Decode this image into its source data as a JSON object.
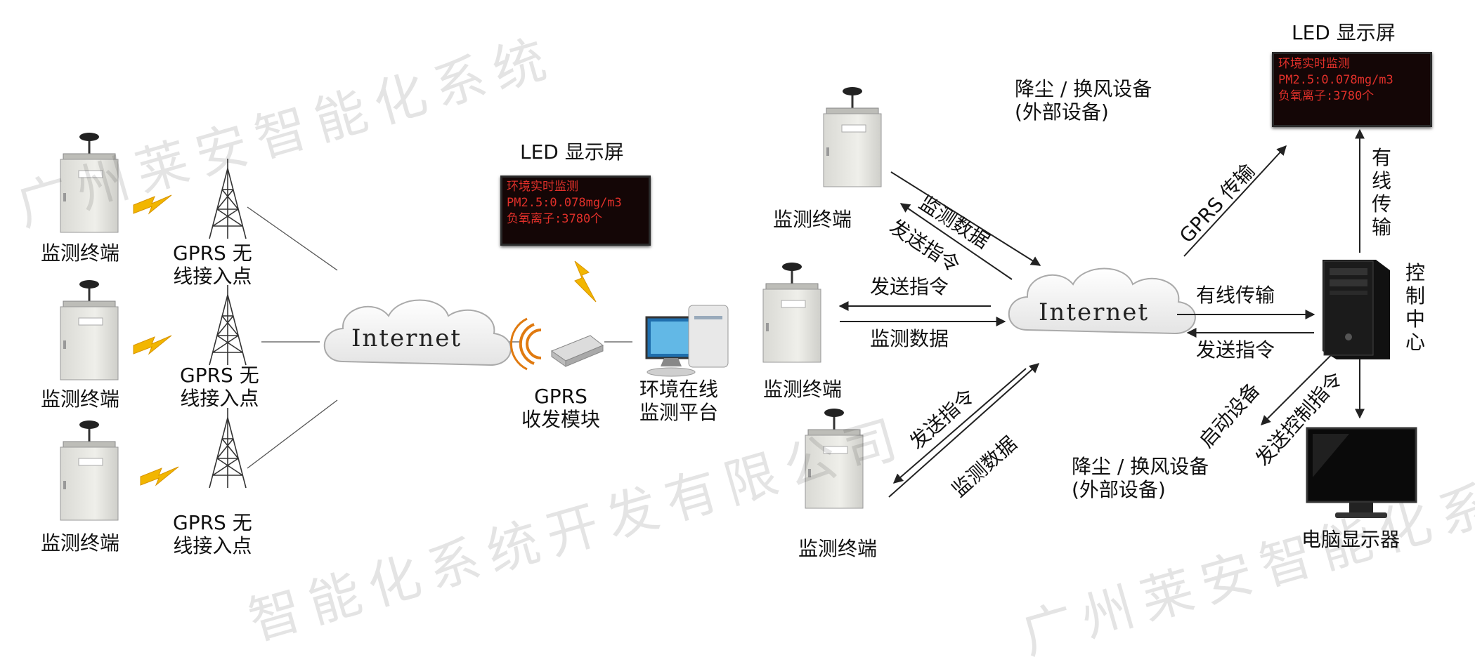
{
  "watermark": {
    "text_top": "广州莱安智能化系统",
    "text_mid": "智能化系统开发有限公司",
    "text_bottom": "广州莱安智能化系"
  },
  "left": {
    "terminal_label": "监测终端",
    "gprs_point_label": "GPRS 无\n线接入点"
  },
  "cloud_label": "Internet",
  "led_screen": {
    "title": "LED 显示屏",
    "line1": "环境实时监测",
    "line2": "PM2.5:0.078mg/m3",
    "line3": "负氧离子:3780个"
  },
  "gprs_module_label": "GPRS\n收发模块",
  "platform_label": "环境在线\n监测平台",
  "right": {
    "terminal_label": "监测终端",
    "external_device_label": "降尘 / 换风设备\n(外部设备)",
    "monitor_data": "监测数据",
    "send_command": "发送指令",
    "gprs_transmission": "GPRS 传输",
    "wired_transmission_vertical": "有\n线\n传\n输",
    "wired_transmission": "有线传输",
    "start_device": "启动设备",
    "send_control_command": "发送控制指令",
    "control_center": "控\n制\n中\n心",
    "computer_monitor": "电脑显示器"
  },
  "colors": {
    "lightning": "#f2b600",
    "led_text": "#e0302a",
    "cabinet": "#e6e6e1"
  }
}
